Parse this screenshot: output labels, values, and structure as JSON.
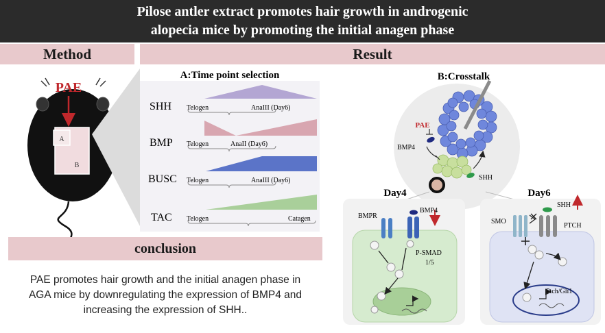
{
  "title": {
    "line1": "Pilose antler extract promotes hair growth in androgenic",
    "line2": "alopecia mice by promoting the initial anagen phase"
  },
  "method": {
    "heading": "Method",
    "pae_label": "PAE",
    "region_a": "A",
    "region_b": "B"
  },
  "result": {
    "heading": "Result",
    "panel_a": {
      "title": "A:Time point selection",
      "rows": [
        {
          "gene": "SHH",
          "start": "Telogen",
          "end": "AnaIII (Day6)",
          "color": "#b3a6d3"
        },
        {
          "gene": "BMP",
          "start": "Telogen",
          "end": "AnaII (Day6)",
          "color": "#d8a6b0"
        },
        {
          "gene": "BUSC",
          "start": "Telogen",
          "end": "AnaIII (Day6)",
          "color": "#5b74c8"
        },
        {
          "gene": "TAC",
          "start": "Telogen",
          "end": "Catagen",
          "color": "#a9cf9a"
        }
      ]
    },
    "panel_b": {
      "title": "B:Crosstalk",
      "pae": "PAE",
      "bmp4": "BMP4",
      "shh": "SHH",
      "day4": {
        "title": "Day4",
        "receptor": "BMPR",
        "ligand": "BMP4",
        "signal_line1": "P-SMAD",
        "signal_line2": "1/5"
      },
      "day6": {
        "title": "Day6",
        "smo": "SMO",
        "ligand": "SHH",
        "ptch": "PTCH",
        "target": "Ptch/Gli1"
      }
    }
  },
  "conclusion": {
    "heading": "conclusion",
    "line1": "PAE promotes hair growth and the initial anagen phase in",
    "line2": "AGA mice by downregulating the expression of BMP4 and",
    "line3": "increasing the expression of SHH.."
  },
  "colors": {
    "header_bg": "#2b2b2b",
    "band_pink": "#e8c9cc",
    "arrow_red": "#c0282c",
    "day4_bg": "#d6ebcf",
    "day6_bg": "#dfe3f4"
  }
}
